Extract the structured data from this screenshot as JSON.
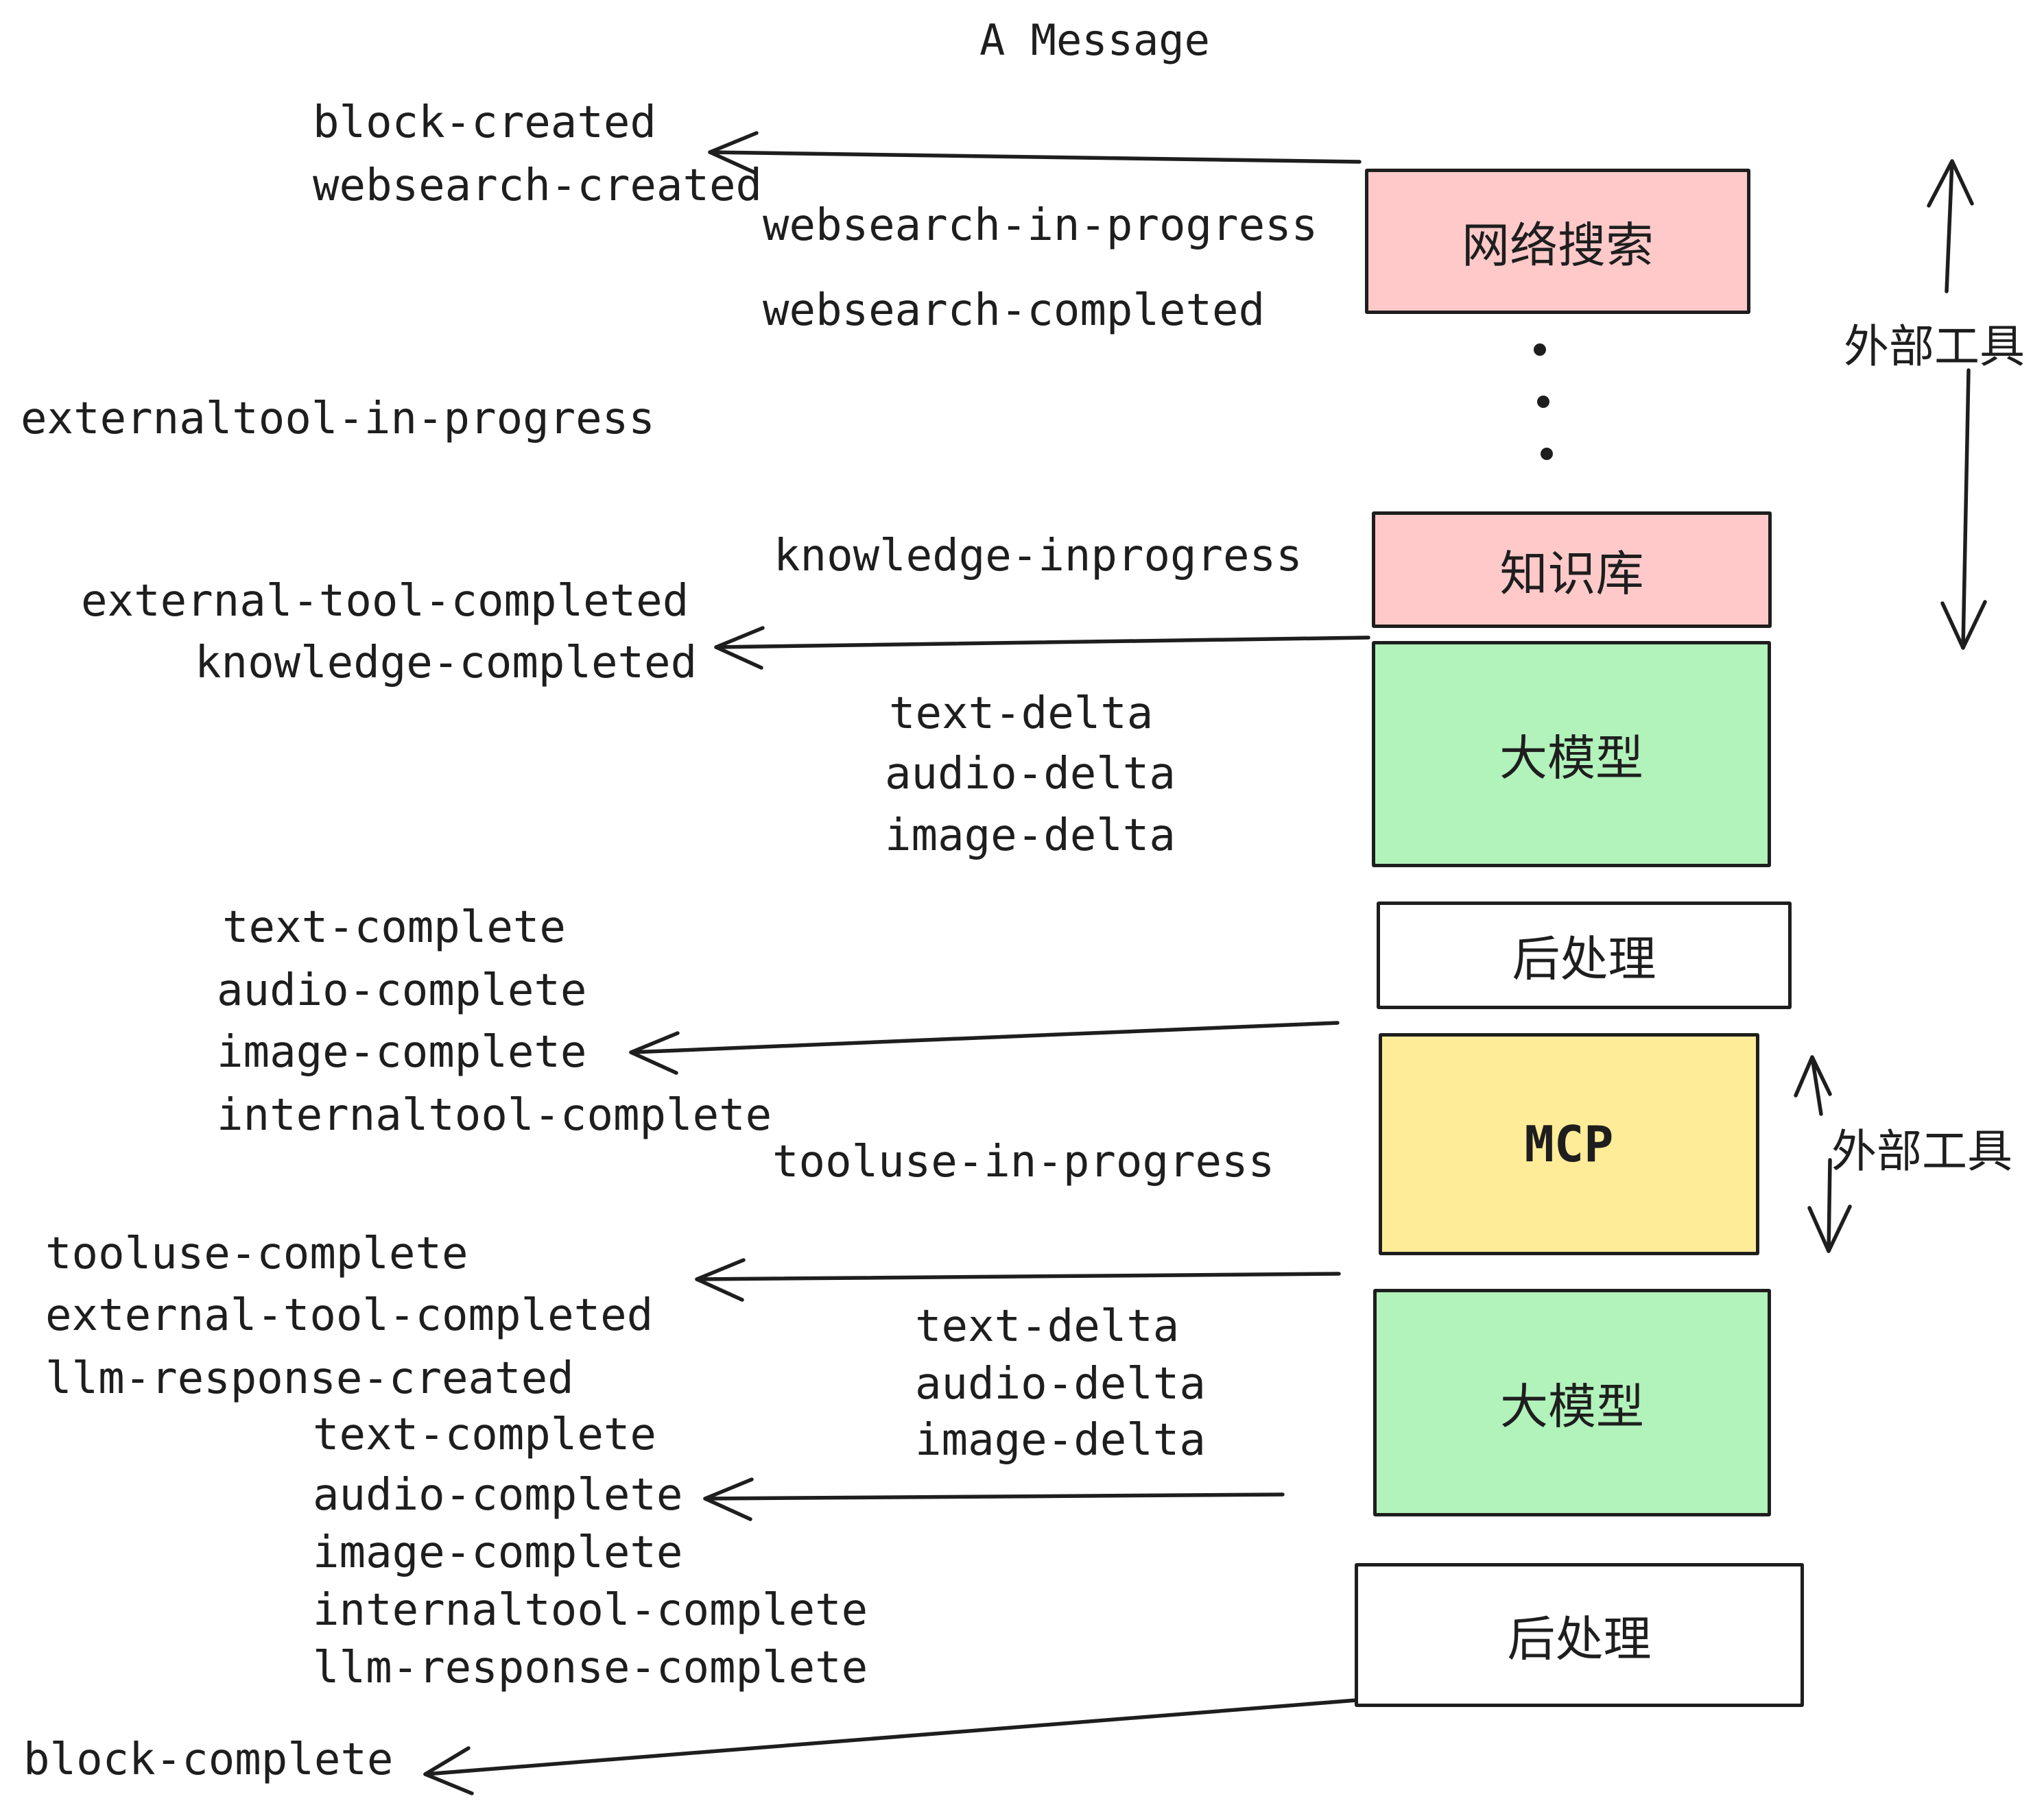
{
  "title": "A Message",
  "colors": {
    "background": "#FFFFFF",
    "stroke": "#1E1E1E",
    "pink": "#FFC9C9",
    "green": "#B2F2BB",
    "yellow": "#FFEC99",
    "white": "#FFFFFF"
  },
  "events": [
    {
      "text": "block-created"
    },
    {
      "text": "websearch-created"
    },
    {
      "text": "websearch-in-progress"
    },
    {
      "text": "websearch-completed"
    },
    {
      "text": "externaltool-in-progress"
    },
    {
      "text": "knowledge-inprogress"
    },
    {
      "text": "external-tool-completed"
    },
    {
      "text": "knowledge-completed"
    },
    {
      "text": "text-delta"
    },
    {
      "text": "audio-delta"
    },
    {
      "text": "image-delta"
    },
    {
      "text": "text-complete"
    },
    {
      "text": "audio-complete"
    },
    {
      "text": "image-complete"
    },
    {
      "text": "internaltool-complete"
    },
    {
      "text": "tooluse-in-progress"
    },
    {
      "text": "tooluse-complete"
    },
    {
      "text": "external-tool-completed"
    },
    {
      "text": "llm-response-created"
    },
    {
      "text": "text-complete"
    },
    {
      "text": "text-delta"
    },
    {
      "text": "audio-delta"
    },
    {
      "text": "image-delta"
    },
    {
      "text": "audio-complete"
    },
    {
      "text": "image-complete"
    },
    {
      "text": "internaltool-complete"
    },
    {
      "text": "llm-response-complete"
    },
    {
      "text": "block-complete"
    }
  ],
  "boxes": [
    {
      "label": "网络搜索",
      "fill": "#FFC9C9"
    },
    {
      "label": "知识库",
      "fill": "#FFC9C9"
    },
    {
      "label": "大模型",
      "fill": "#B2F2BB"
    },
    {
      "label": "后处理",
      "fill": "#FFFFFF"
    },
    {
      "label": "MCP",
      "fill": "#FFEC99"
    },
    {
      "label": "大模型",
      "fill": "#B2F2BB"
    },
    {
      "label": "后处理",
      "fill": "#FFFFFF"
    }
  ],
  "side_annotations": [
    {
      "text": "外部工具"
    },
    {
      "text": "外部工具"
    }
  ]
}
